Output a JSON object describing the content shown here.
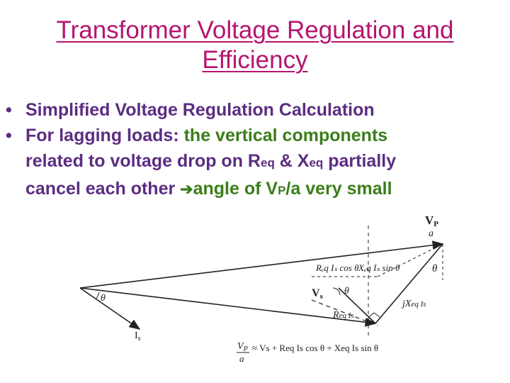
{
  "title": {
    "line1": "Transformer Voltage Regulation and",
    "line2": "Efficiency"
  },
  "bullets": [
    {
      "text": "Simplified Voltage Regulation Calculation"
    },
    {
      "lead": "For lagging loads: ",
      "line1": "the vertical components",
      "line2a": "related to voltage drop on R",
      "req_sub": "eq",
      "amp": " & X",
      "xeq_sub": "eq",
      "line2b": " partially",
      "line3a": "cancel each other ",
      "arrow_icon": "right-arrow-icon",
      "line3b": "angle of V",
      "vp_sub": "P",
      "line3c": "/a very small"
    }
  ],
  "diagram": {
    "label_vp_top": "V",
    "label_vp_sub": "P",
    "label_a_top": "a",
    "label_theta_top": "θ",
    "label_req_is_cos": "Rₑq Iₛ cos θ",
    "label_xeq_is_sin": "Xₑq Iₛ sin θ",
    "label_vs": "V",
    "label_vs_sub": "s",
    "label_theta_mid": "θ",
    "label_theta_left": "θ",
    "label_jxeq": "jX",
    "label_jxeq_rest": "eq Is",
    "label_req_is": "R",
    "label_req_is_rest": "eq Is",
    "label_is": "I",
    "label_is_sub": "s",
    "equation_lhs": "V",
    "equation_lhs_sub": "P",
    "equation_a": "a",
    "equation_rhs": "≈ Vs + Req Is cos θ + Xeq Is sin θ"
  },
  "colors": {
    "title": "#b5156f",
    "bullet_purple": "#5b2d82",
    "bullet_green": "#3b7d1a"
  }
}
